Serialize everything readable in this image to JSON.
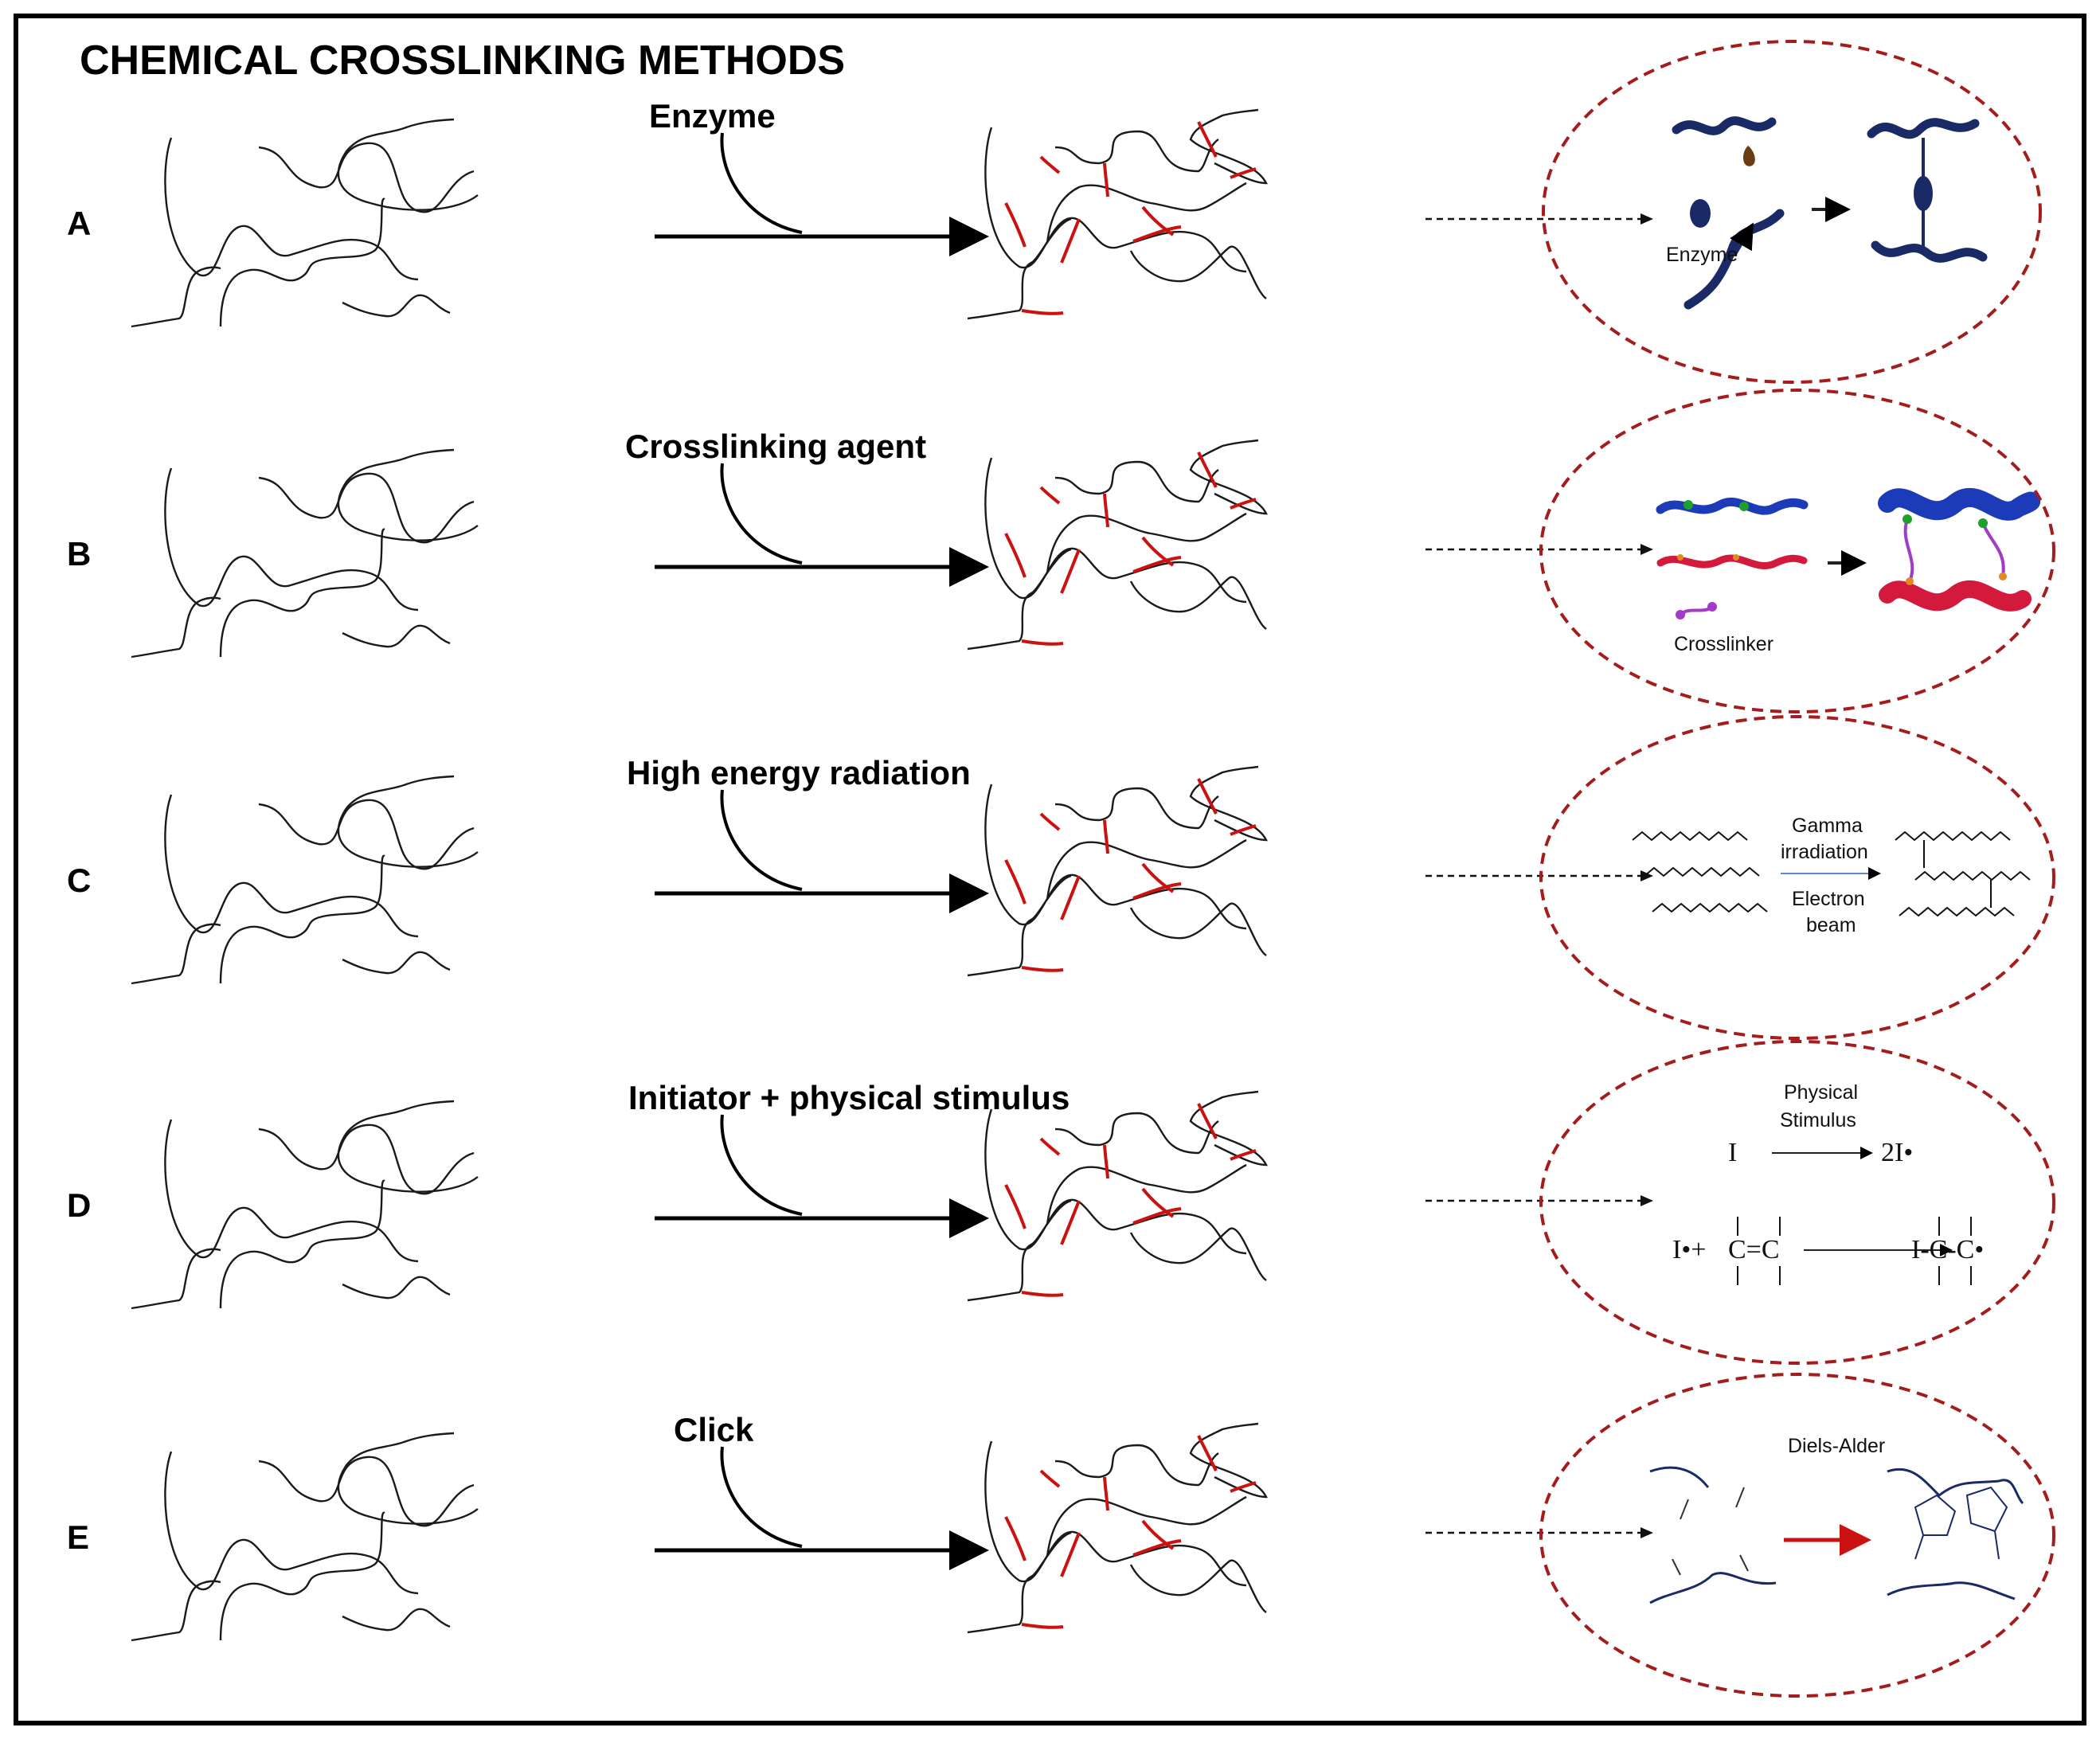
{
  "title": "CHEMICAL CROSSLINKING METHODS",
  "rows": [
    {
      "letter": "A",
      "method": "Enzyme"
    },
    {
      "letter": "B",
      "method": "Crosslinking agent"
    },
    {
      "letter": "C",
      "method": "High energy radiation"
    },
    {
      "letter": "D",
      "method": "Initiator + physical stimulus"
    },
    {
      "letter": "E",
      "method": "Click"
    }
  ],
  "insets": {
    "a": {
      "label": "Enzyme"
    },
    "b": {
      "label": "Crosslinker"
    },
    "c": {
      "top1": "Gamma",
      "top2": "irradiation",
      "bottom1": "Electron",
      "bottom2": "beam"
    },
    "d": {
      "stimulus1": "Physical",
      "stimulus2": "Stimulus",
      "initiator": "I",
      "radicals": "2I•",
      "eq2_left": "I•+",
      "alkene": "C=C",
      "eq2_right": "I-C-C•"
    },
    "e": {
      "label": "Diels-Alder"
    }
  },
  "colors": {
    "chain": "#1a1a1a",
    "crosslink": "#cc1111",
    "dashed_circle": "#a51c1c",
    "blue_chain": "#1c3bb8",
    "red_chain": "#d41a3c",
    "navy": "#1a2a66",
    "crosslinker": "#a23cc8"
  }
}
